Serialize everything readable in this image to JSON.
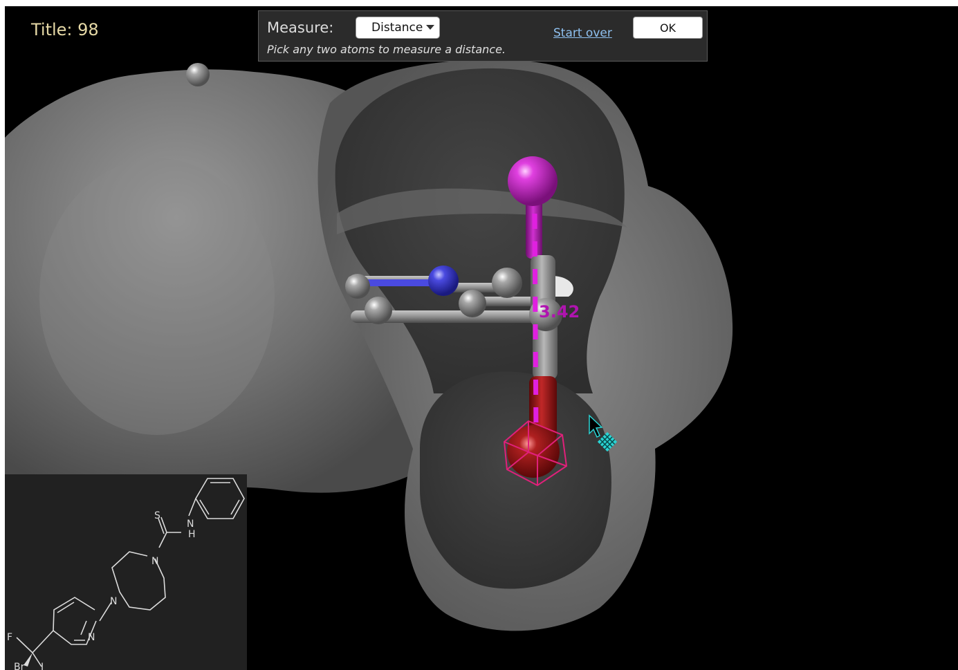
{
  "viewer": {
    "title": "Title: 98"
  },
  "measure_panel": {
    "label": "Measure:",
    "mode_selected": "Distance",
    "hint": "Pick any two atoms to measure a distance.",
    "start_over_label": "Start over",
    "ok_label": "OK"
  },
  "measurement": {
    "distance_label": "3.42"
  },
  "structure_2d": {
    "atom_labels": {
      "sulfur": "S",
      "nh_n": "N",
      "nh_h": "H",
      "diazepane_n1": "N",
      "diazepane_n2": "N",
      "pyridine_n": "N",
      "fluorine": "F",
      "bromine": "Br",
      "iodine": "I"
    }
  },
  "colors": {
    "background": "#000000",
    "surface": "#7a7a7a",
    "surface_inner": "#3b3b3b",
    "carbon": "#9a9a9a",
    "nitrogen": "#4a4ae0",
    "iodine": "#c020c0",
    "bromine": "#a01c1c",
    "measure_line": "#e020e0",
    "selection_box": "#e0207a",
    "cursor": "#2ad4d4"
  }
}
